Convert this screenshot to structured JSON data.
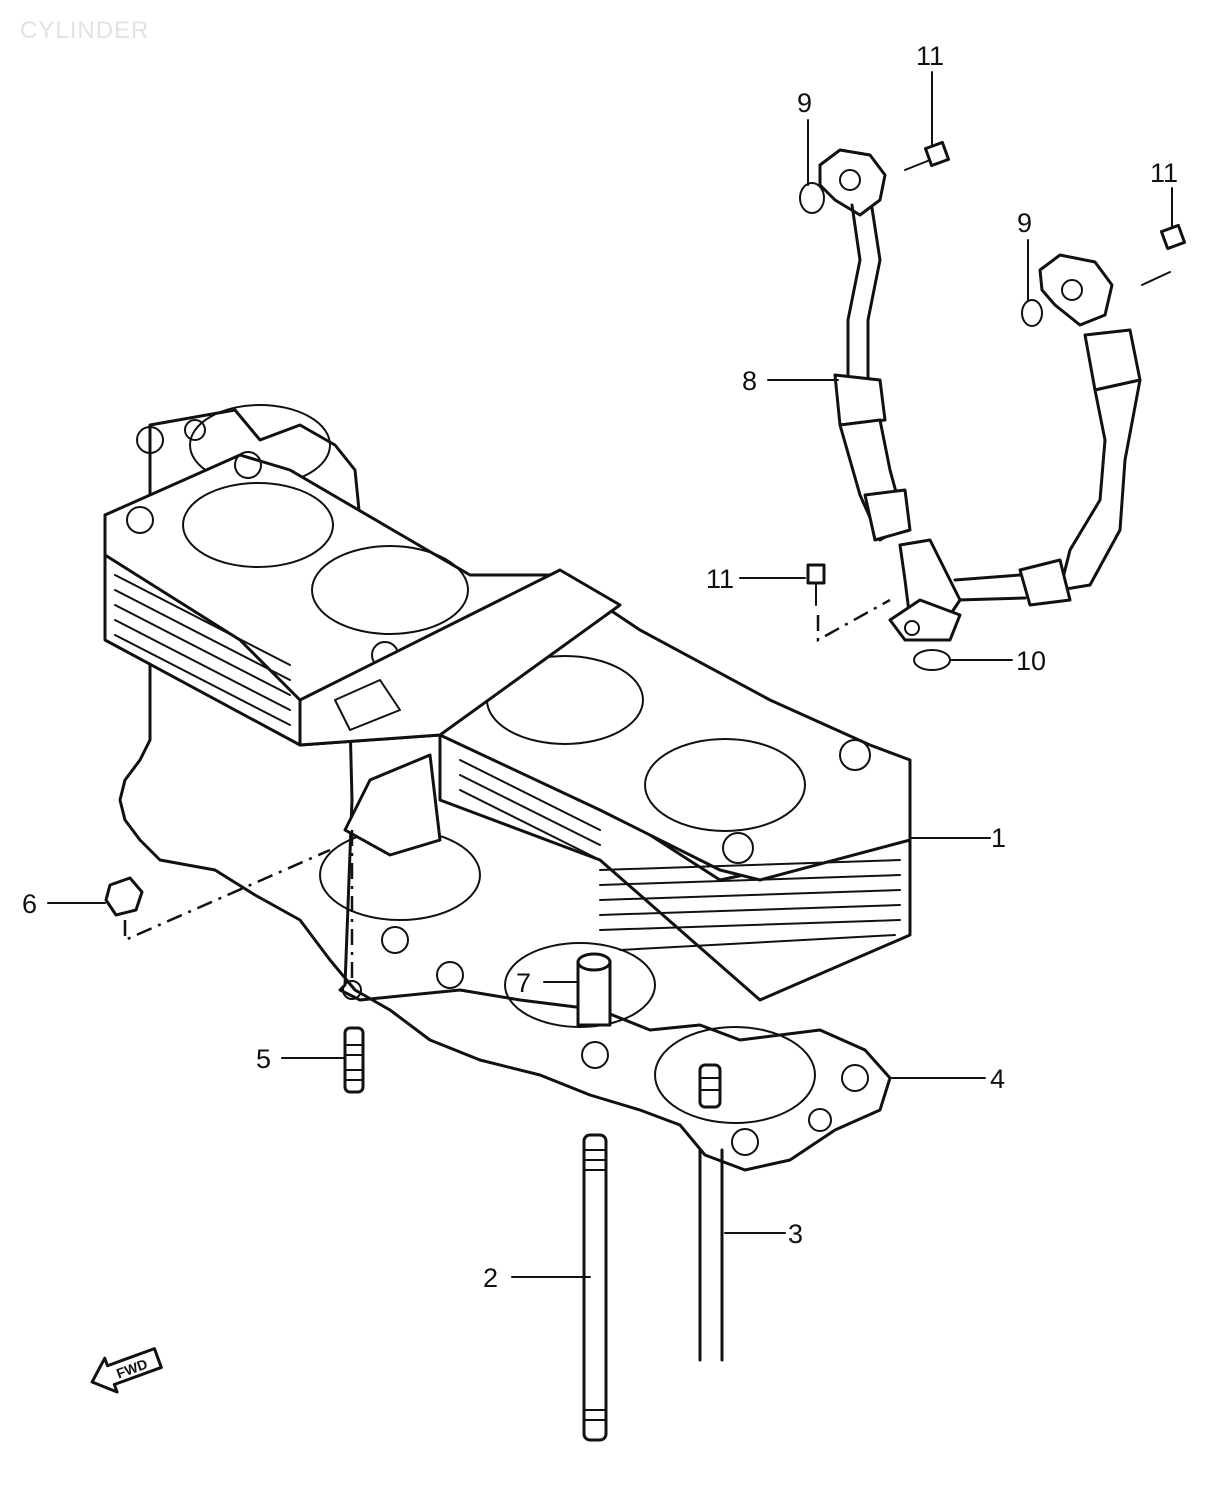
{
  "title": "CYLINDER",
  "fwd_label": "FWD",
  "part_labels": [
    {
      "id": "1",
      "text": "1"
    },
    {
      "id": "2",
      "text": "2"
    },
    {
      "id": "3",
      "text": "3"
    },
    {
      "id": "4",
      "text": "4"
    },
    {
      "id": "5",
      "text": "5"
    },
    {
      "id": "6",
      "text": "6"
    },
    {
      "id": "7",
      "text": "7"
    },
    {
      "id": "8",
      "text": "8"
    },
    {
      "id": "9a",
      "text": "9"
    },
    {
      "id": "9b",
      "text": "9"
    },
    {
      "id": "10",
      "text": "10"
    },
    {
      "id": "11a",
      "text": "11"
    },
    {
      "id": "11b",
      "text": "11"
    },
    {
      "id": "11c",
      "text": "11"
    }
  ]
}
